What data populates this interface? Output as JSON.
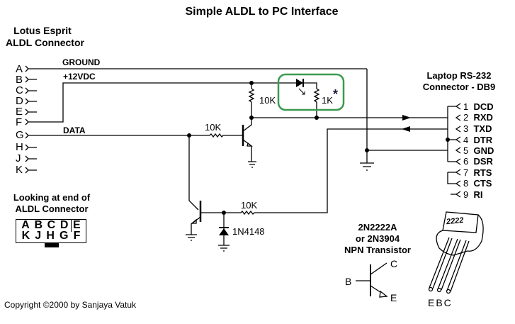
{
  "title": "Simple ALDL to PC Interface",
  "aldl_connector": {
    "header_line1": "Lotus Esprit",
    "header_line2": "ALDL Connector",
    "pins": [
      "A",
      "B",
      "C",
      "D",
      "E",
      "F",
      "G",
      "H",
      "J",
      "K"
    ]
  },
  "nets": {
    "ground": "GROUND",
    "power": "+12VDC",
    "data": "DATA"
  },
  "components": {
    "r_collector": "10K",
    "r_led": "1K",
    "r_led_note": "*",
    "r_base_upper": "10K",
    "r_base_lower": "10K",
    "diode": "1N4148"
  },
  "highlight_color": "#3a9a4e",
  "db9": {
    "header_line1": "Laptop RS-232",
    "header_line2": "Connector - DB9",
    "pins": [
      {
        "num": "1",
        "name": "DCD"
      },
      {
        "num": "2",
        "name": "RXD"
      },
      {
        "num": "3",
        "name": "TXD"
      },
      {
        "num": "4",
        "name": "DTR"
      },
      {
        "num": "5",
        "name": "GND"
      },
      {
        "num": "6",
        "name": "DSR"
      },
      {
        "num": "7",
        "name": "RTS"
      },
      {
        "num": "8",
        "name": "CTS"
      },
      {
        "num": "9",
        "name": "RI"
      }
    ]
  },
  "connector_end_view": {
    "header_line1": "Looking at end of",
    "header_line2": "ALDL Connector",
    "top_row": [
      "A",
      "B",
      "C",
      "D",
      "E"
    ],
    "bottom_row": [
      "K",
      "J",
      "H",
      "G",
      "F"
    ]
  },
  "transistor_legend": {
    "line1": "2N2222A",
    "line2": "or 2N3904",
    "line3": "NPN Transistor",
    "base": "B",
    "collector": "C",
    "emitter": "E",
    "package_marking": "2222",
    "package_pins": "EBC"
  },
  "copyright": "Copyright ©2000 by Sanjaya Vatuk"
}
